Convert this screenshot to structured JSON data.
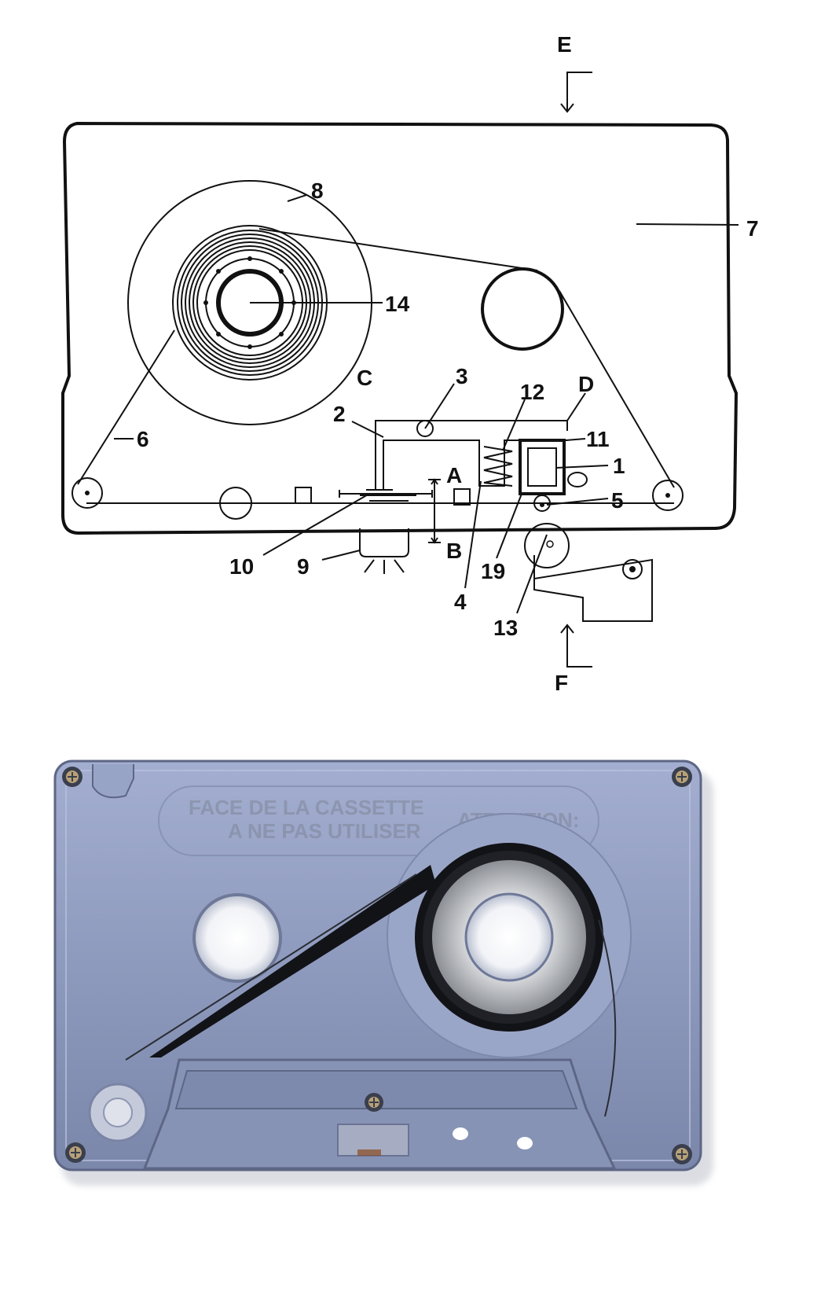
{
  "diagram": {
    "labels": {
      "n1": "1",
      "n2": "2",
      "n3": "3",
      "n4": "4",
      "n5": "5",
      "n6": "6",
      "n7": "7",
      "n8": "8",
      "n9": "9",
      "n10": "10",
      "n11": "11",
      "n12": "12",
      "n13": "13",
      "n14": "14",
      "n19": "19",
      "A": "A",
      "B": "B",
      "C": "C",
      "D": "D",
      "E": "E",
      "F": "F"
    }
  },
  "photo": {
    "engraving_line1": "FACE DE LA CASSETTE",
    "engraving_line2": "A NE PAS UTILISER",
    "engraving_right": "ATTENTION:",
    "colors": {
      "shell": "#8f9cc0",
      "shell_dark": "#6f7b9c",
      "tape": "#121317"
    }
  }
}
